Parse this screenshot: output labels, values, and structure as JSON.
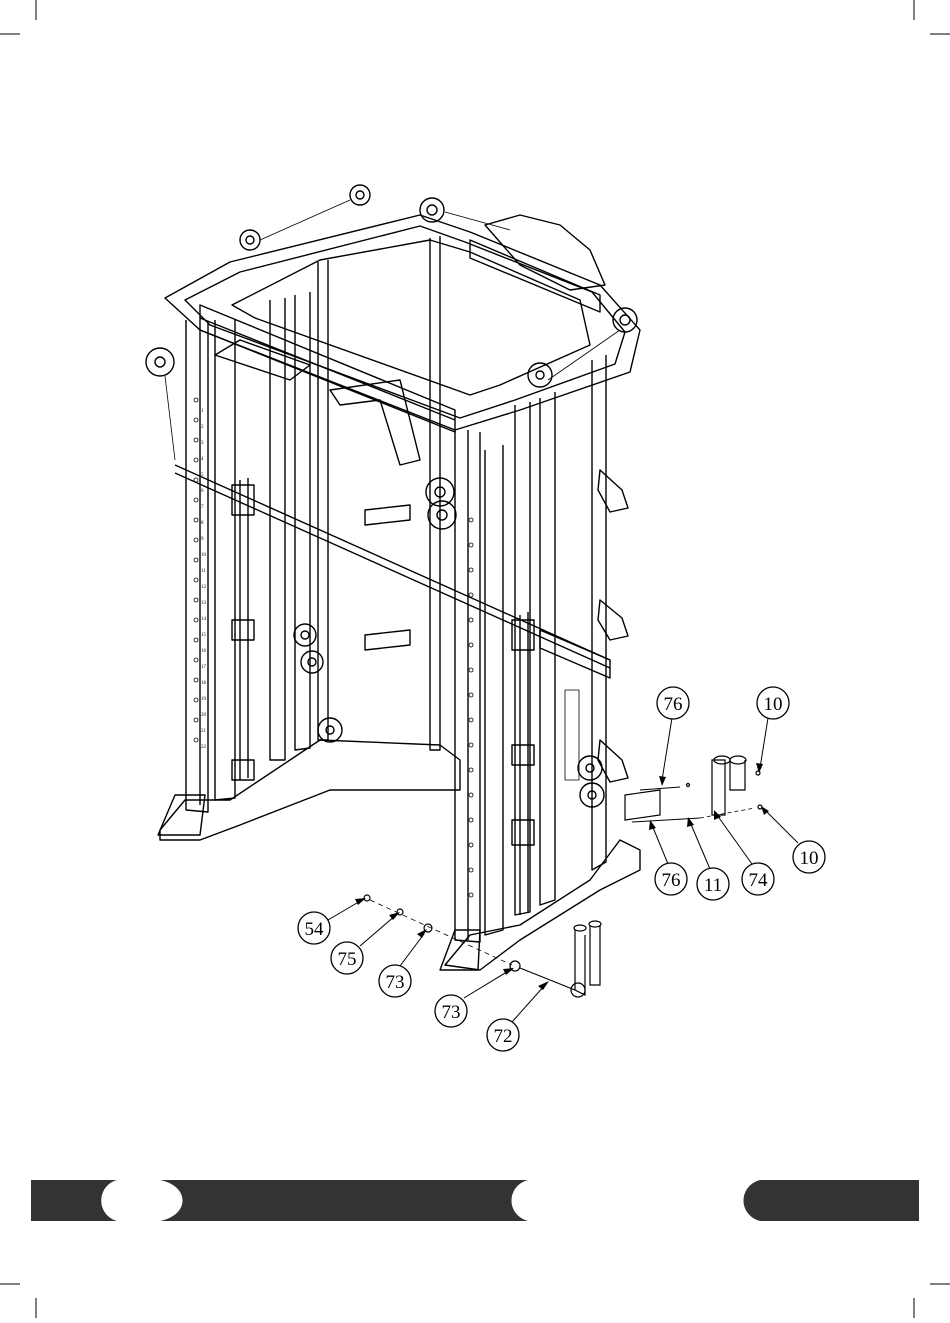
{
  "callouts": [
    {
      "label": "76"
    },
    {
      "label": "10"
    },
    {
      "label": "76"
    },
    {
      "label": "11"
    },
    {
      "label": "74"
    },
    {
      "label": "10"
    },
    {
      "label": "54"
    },
    {
      "label": "75"
    },
    {
      "label": "73"
    },
    {
      "label": "73"
    },
    {
      "label": "72"
    }
  ],
  "rack_numbers": [
    "1",
    "2",
    "3",
    "4",
    "5",
    "6",
    "7",
    "8",
    "9",
    "10",
    "11",
    "12",
    "13",
    "14",
    "15",
    "16",
    "17",
    "18",
    "19",
    "20",
    "21",
    "22"
  ]
}
